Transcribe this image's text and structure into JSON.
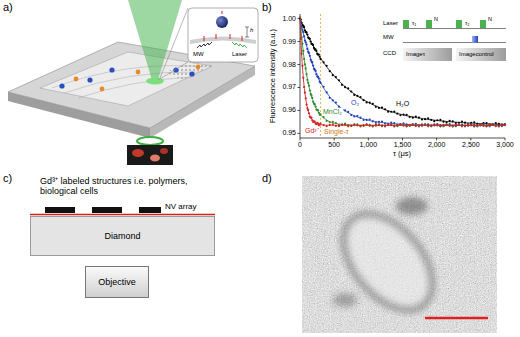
{
  "diagram": {
    "nodes": [
      {
        "text": [
          "Diamond"
        ]
      },
      {
        "text": [
          "Objective"
        ]
      }
    ],
    "labels": [
      "a)",
      "MW",
      "Laser",
      "h",
      "b)",
      "Fluorescence intensity (a.u.)",
      "1.00",
      "0.99",
      "0.98",
      "0.97",
      "0.96",
      "0.95",
      "0",
      "500",
      "1,000",
      "1,500",
      "2,000",
      "2,500",
      "3,000",
      "τ (μs)",
      "H₂O",
      "O₂",
      "MnCl₂",
      "Gd³⁺",
      "Single-τ",
      "Laser",
      "MW",
      "CCD",
      "τ₁",
      "N",
      "τ₂",
      "N",
      "Imageτ",
      "Imagecontrol",
      "c)",
      "Gd³⁺ labeled structures i.e. polymers, biological cells",
      "NV array",
      "d)"
    ]
  }
}
